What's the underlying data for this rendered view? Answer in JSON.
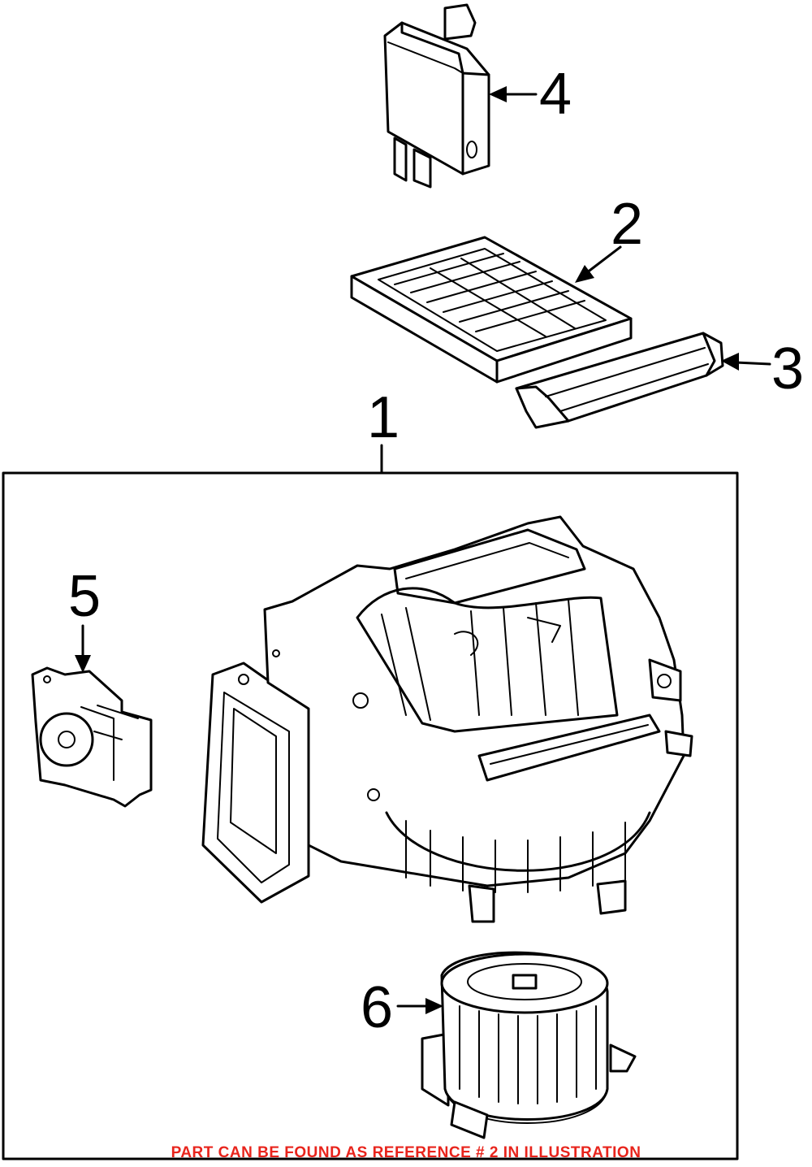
{
  "callouts": [
    "1",
    "2",
    "3",
    "4",
    "5",
    "6"
  ],
  "footer_note": "PART CAN BE FOUND AS REFERENCE # 2 IN ILLUSTRATION",
  "colors": {
    "line": "#000000",
    "background": "#ffffff",
    "note": "#e8241c"
  },
  "parts": {
    "p1": "blower-housing-assembly-drawing",
    "p2": "cabin-air-filter-drawing",
    "p3": "filter-cover-drawing",
    "p4": "control-module-drawing",
    "p5": "actuator-motor-drawing",
    "p6": "blower-motor-fan-drawing"
  }
}
